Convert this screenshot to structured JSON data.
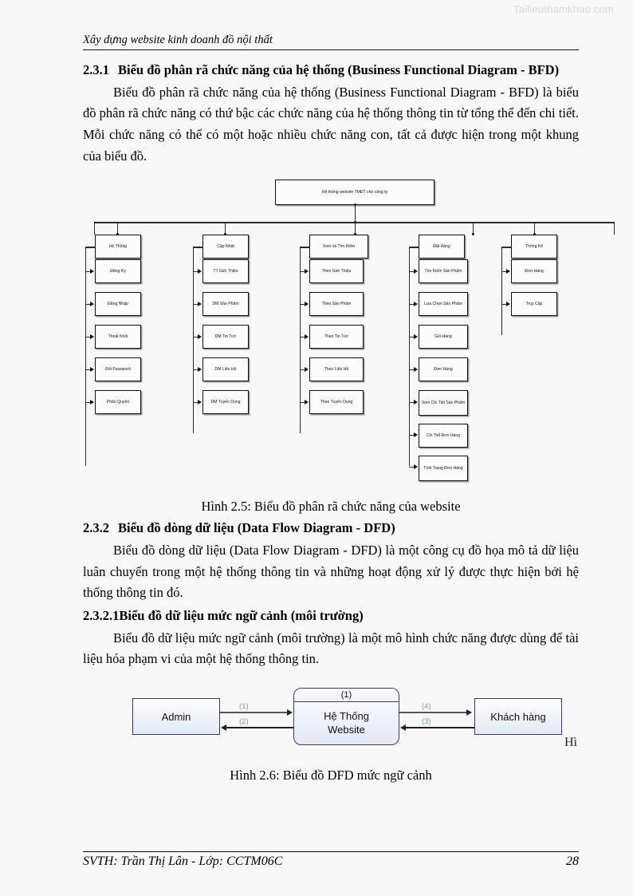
{
  "watermark": "Tailieuthamkhao.com",
  "running_head": "Xây dựng website kinh doanh đồ nội thất",
  "sections": {
    "s231": {
      "number": "2.3.1",
      "title": "Biểu đồ phân rã chức năng của hệ thống (Business Functional Diagram - BFD)",
      "paragraph": "Biểu đồ phân rã chức năng của hệ thống (Business Functional Diagram - BFD) là biểu đồ phân rã chức năng có thứ bậc các chức năng của hệ thống thông tin từ tổng thể đến chi tiết. Mỗi chức năng có thể có một hoặc nhiều chức năng con, tất cả được hiện trong một khung của biểu đồ."
    },
    "s232": {
      "number": "2.3.2",
      "title": "Biểu đồ dòng dữ liệu (Data Flow Diagram - DFD)",
      "paragraph": "Biểu đồ dòng dữ liệu (Data Flow Diagram - DFD) là một công cụ đồ họa mô tả dữ liệu luân chuyển trong một hệ thống thông tin và những hoạt động xử lý được thực hiện bởi hệ thống thông tin đó."
    },
    "s2321": {
      "number": "2.3.2.1",
      "title": "Biểu đồ dữ liệu mức ngữ cảnh (môi trường)",
      "paragraph": "Biểu đồ dữ liệu mức ngữ cảnh (môi trường) là một mô hình chức năng được dùng để tài liệu hóa phạm vi của một hệ thống thông tin."
    }
  },
  "captions": {
    "fig25": "Hình 2.5: Biểu đồ phân rã chức năng của website",
    "fig26": "Hình 2.6: Biểu đồ DFD mức ngữ cảnh"
  },
  "bfd": {
    "root": "Hệ thống website TMĐT cho công ty",
    "branches": [
      {
        "label": "Hệ Thống",
        "children": [
          "Đăng Ký",
          "Đăng Nhập",
          "Thoát Khỏi",
          "Đổi Password",
          "Phân Quyền"
        ]
      },
      {
        "label": "Cập Nhật",
        "children": [
          "TT Giới Thiệu",
          "DM Sản Phẩm",
          "DM Tin Tức",
          "DM Liên Hệ",
          "DM Tuyển Dụng"
        ]
      },
      {
        "label": "Xem và Tìm Kiếm",
        "children": [
          "Theo Giới Thiệu",
          "Theo Sản Phẩm",
          "Theo Tin Tức",
          "Theo Liên Hệ",
          "Theo Tuyển Dụng"
        ]
      },
      {
        "label": "Đặt Hàng",
        "children": [
          "Tìm Kiếm Sản Phẩm",
          "Lựa Chọn Sản Phẩm",
          "Giỏ Hàng",
          "Đơn Hàng",
          "Xem Chi Tiết Sản Phẩm",
          "Chi Tiết Đơn Hàng",
          "Tình Trạng Đơn Hàng"
        ]
      },
      {
        "label": "Thống Kê",
        "children": [
          "Đơn Hàng",
          "Truy Cập"
        ]
      }
    ]
  },
  "dfd": {
    "left_entity": "Admin",
    "right_entity": "Khách hàng",
    "process_number": "(1)",
    "process_line1": "Hệ Thống",
    "process_line2": "Website",
    "flows": {
      "f1": "(1)",
      "f2": "(2)",
      "f3": "(3)",
      "f4": "(4)"
    },
    "stray_text": "Hì",
    "label_color": "#6f9fd8"
  },
  "footer": {
    "left": "SVTH: Trần Thị Lân - Lớp: CCTM06C",
    "page": "28"
  }
}
